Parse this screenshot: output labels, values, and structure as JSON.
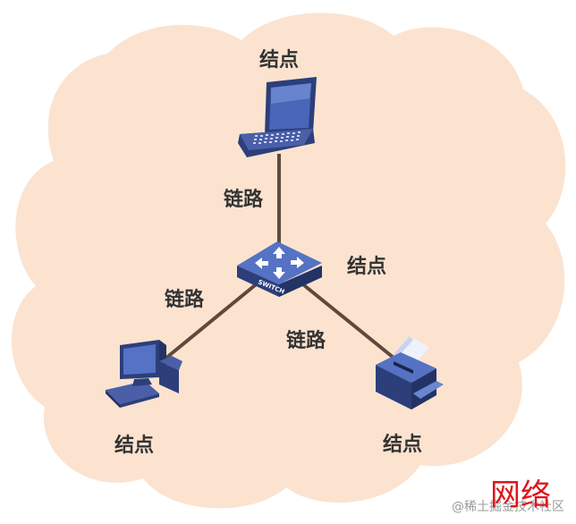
{
  "nodes": {
    "laptop_label": "结点",
    "switch_label": "结点",
    "pc_label": "结点",
    "printer_label": "结点"
  },
  "links": {
    "top_label": "链路",
    "left_label": "链路",
    "right_label": "链路"
  },
  "switch_text": "SWITCH",
  "caption": "网络",
  "watermark": "@稀土掘金技术社区",
  "colors": {
    "cloud": "#fbe3d0",
    "link": "#5e4a3c",
    "device_dark": "#2c3f7a",
    "device_mid": "#4a5fa8",
    "device_light": "#6b86d0",
    "caption": "#e0151c"
  }
}
